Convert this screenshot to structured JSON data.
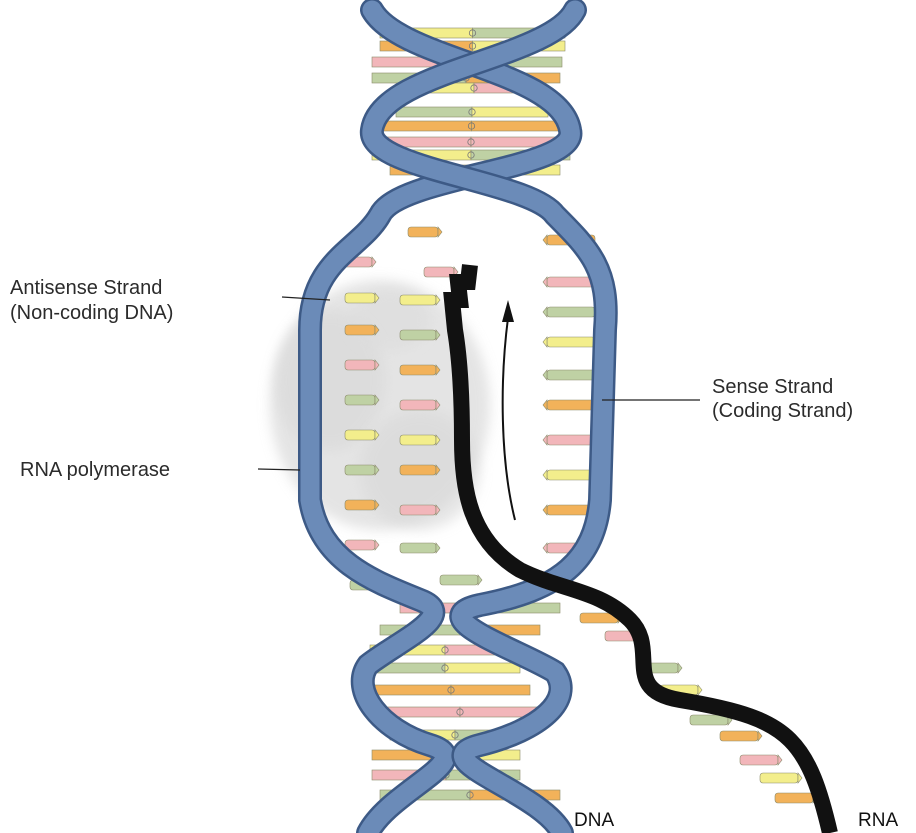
{
  "labels": {
    "antisense_line1": "Antisense Strand",
    "antisense_line2": "(Non-coding DNA)",
    "sense_line1": "Sense Strand",
    "sense_line2": "(Coding Strand)",
    "polymerase": "RNA polymerase",
    "dna": "DNA",
    "rna": "RNA"
  },
  "colors": {
    "backbone": "#6b8bb8",
    "backbone_edge": "#3d5a86",
    "rna": "#111111",
    "polymerase": "#d9d9d9",
    "base_yellow": "#f3ee8c",
    "base_orange": "#f2b25a",
    "base_pink": "#f2b6ba",
    "base_green": "#bfd1a4",
    "base_red": "#c9545e"
  }
}
